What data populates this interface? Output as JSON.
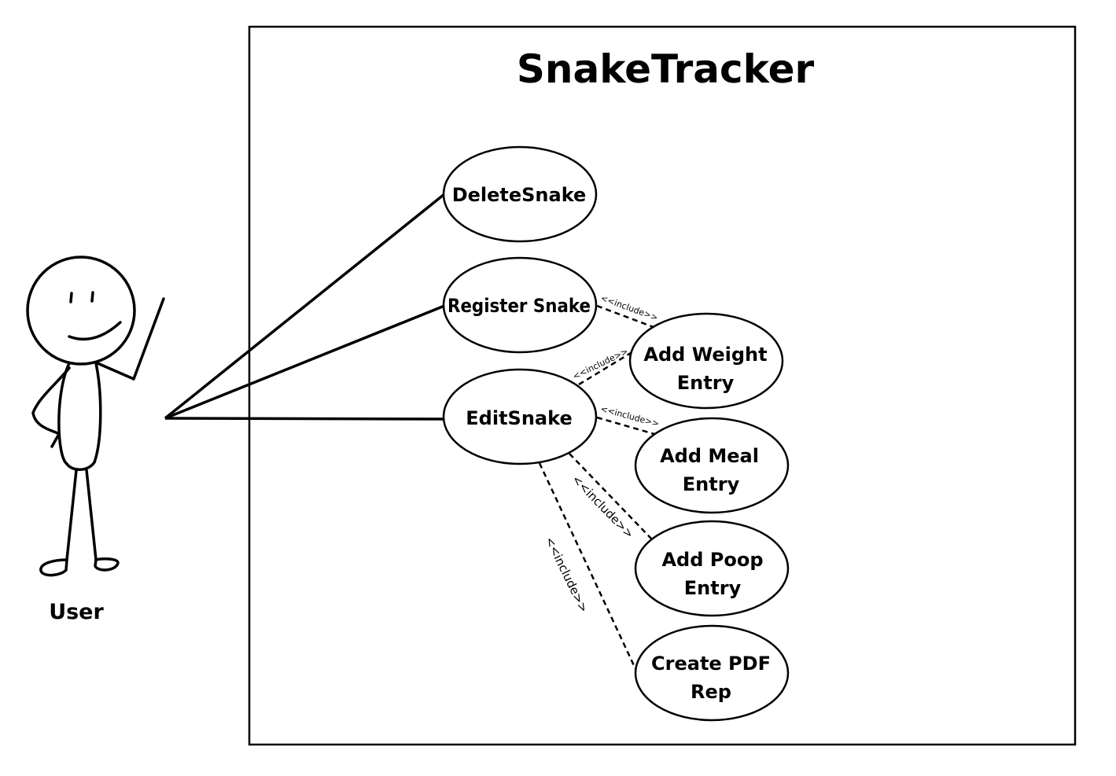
{
  "diagram": {
    "system_title": "SnakeTracker",
    "actor": {
      "label": "User"
    },
    "use_cases": {
      "delete_snake": "DeleteSnake",
      "register_snake": "Register Snake",
      "edit_snake": "EditSnake",
      "add_weight_entry": [
        "Add Weight",
        "Entry"
      ],
      "add_meal_entry": [
        "Add Meal",
        "Entry"
      ],
      "add_poop_entry": [
        "Add Poop",
        "Entry"
      ],
      "create_pdf_rep": [
        "Create PDF",
        "Rep"
      ]
    },
    "include_label": "<<include>>"
  }
}
